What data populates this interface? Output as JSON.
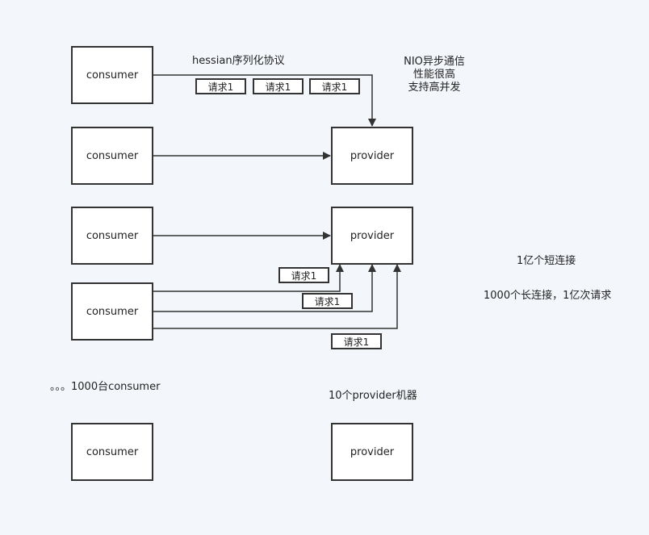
{
  "consumers": [
    "consumer",
    "consumer",
    "consumer",
    "consumer",
    "consumer"
  ],
  "providers": [
    "provider",
    "provider",
    "provider"
  ],
  "requests": [
    "请求1",
    "请求1",
    "请求1",
    "请求1",
    "请求1",
    "请求1"
  ],
  "labels": {
    "protocol": "hessian序列化协议",
    "nio_line1": "NIO异步通信",
    "nio_line2": "性能很高",
    "nio_line3": "支持高并发",
    "short_conn": "1亿个短连接",
    "long_conn": "1000个长连接，1亿次请求",
    "consumer_count": "。。。1000台consumer",
    "provider_count": "10个provider机器"
  },
  "colors": {
    "line": "#333333",
    "background": "#f3f6fb",
    "box": "#ffffff"
  }
}
